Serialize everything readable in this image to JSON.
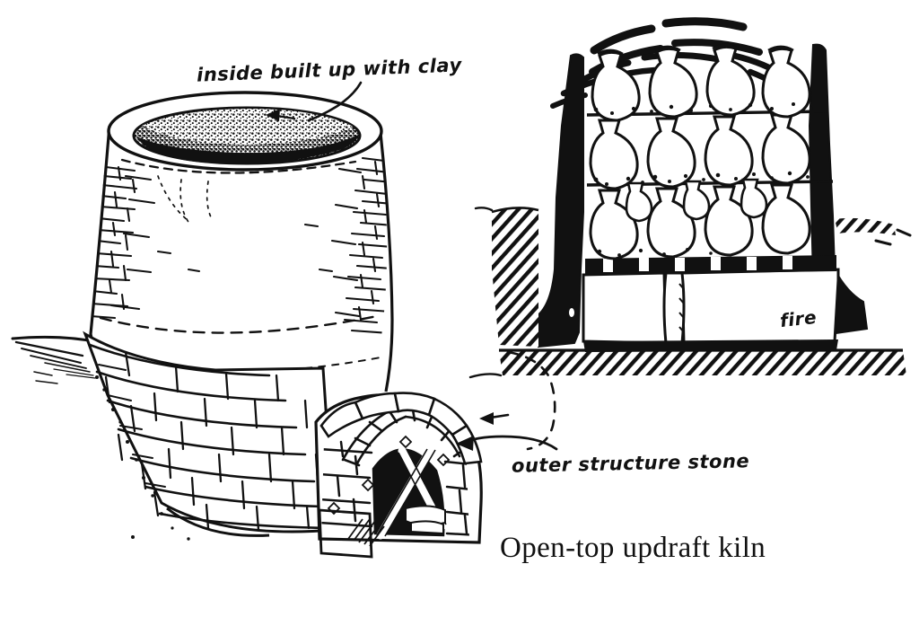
{
  "figure": {
    "title": "Open-top updraft kiln",
    "background_color": "#ffffff",
    "ink_color": "#111111",
    "subject": "open-top updraft pottery kiln",
    "style": "pen-and-ink line drawing with handwritten annotations"
  },
  "annotations": {
    "clay_lining": {
      "text": "inside built up with clay",
      "points_to": "inner rim of kiln mouth",
      "leader": "curved solid line"
    },
    "outer_stone": {
      "text": "outer structure stone",
      "points_to": "stone masonry of kiln base",
      "leader": "curved solid arrow plus dashed line from cross-section"
    },
    "firebox": {
      "text": "fire",
      "points_to": "firebox chamber below pot floor",
      "leader": "none"
    }
  },
  "views": {
    "perspective": {
      "name": "three-quarter perspective view",
      "features": [
        "open circular kiln mouth",
        "clay-built inner lining",
        "stone-textured cylindrical body",
        "flared base",
        "coursed stone masonry apron",
        "arched stoking opening",
        "crossed fuel sticks in arch",
        "ground line at base"
      ]
    },
    "cross_section": {
      "name": "vertical cross-section",
      "features": [
        "thick black kiln walls",
        "rising heat dashes above open top",
        "three stacked rows of pots",
        "perforated pot-floor shelves",
        "firebox with central support pillar",
        "hatched earth at ground level",
        "hatched cut-away pit"
      ],
      "pot_rows": 3,
      "pots_per_row": 4,
      "heat_dash_count": 11
    }
  }
}
